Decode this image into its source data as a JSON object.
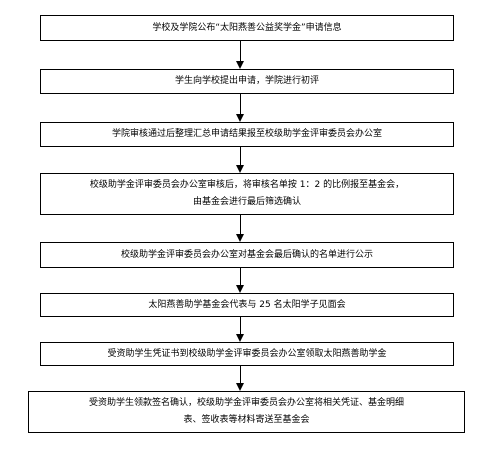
{
  "steps": [
    "学校及学院公布“太阳燕善公益奖学金”申请信息",
    "学生向学校提出申请，学院进行初评",
    "学院审核通过后整理汇总申请结果报至校级助学金评审委员会办公室",
    "校级助学金评审委员会办公室审核后，将审核名单按 1：2 的比例报至基金会，\n由基金会进行最后筛选确认",
    "校级助学金评审委员会办公室对基金会最后确认的名单进行公示",
    "太阳燕善助学基金会代表与 25 名太阳学子见面会",
    "受资助学生凭证书到校级助学金评审委员会办公室领取太阳燕善助学金",
    "受资助学生领款签名确认，校级助学金评审委员会办公室将相关凭证、基金明细\n表、签收表等材料寄送至基金会"
  ]
}
